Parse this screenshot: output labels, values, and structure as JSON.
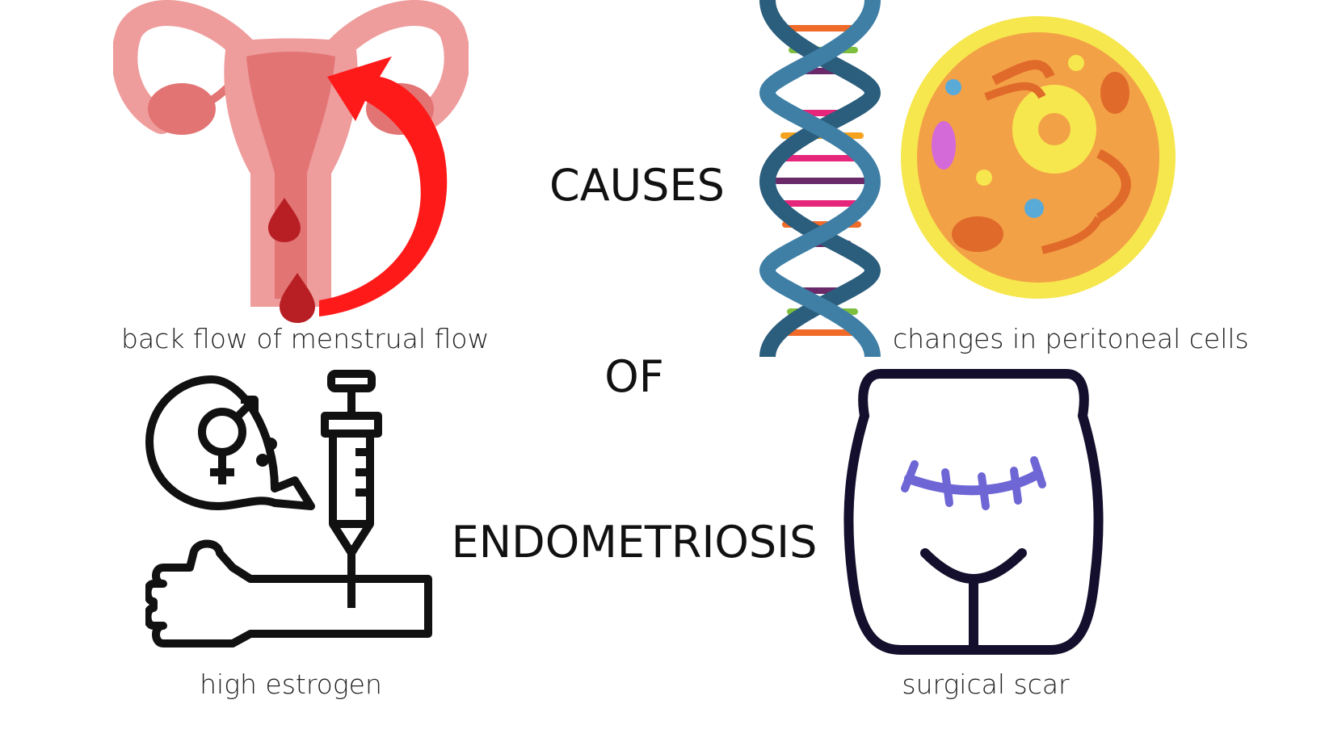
{
  "title": {
    "line1": "CAUSES",
    "line2": "OF",
    "line3": "ENDOMETRIOSIS"
  },
  "causes": [
    {
      "label": "back flow of menstrual flow",
      "icon": "uterus-backflow-icon"
    },
    {
      "label": "changes in peritoneal cells",
      "icon": "dna-cell-icon"
    },
    {
      "label": "high estrogen",
      "icon": "hormone-injection-icon"
    },
    {
      "label": "surgical scar",
      "icon": "abdomen-scar-icon"
    }
  ],
  "colors": {
    "uterus": "#ef9c9c",
    "uterus_inner": "#e37474",
    "arrow": "#ff1a1a",
    "blood": "#b81f24",
    "dna_strand": "#2b5d7c",
    "cell_outer": "#f6e74e",
    "cell_inner": "#f3a146",
    "scar": "#6f66d6",
    "outline": "#111111"
  }
}
